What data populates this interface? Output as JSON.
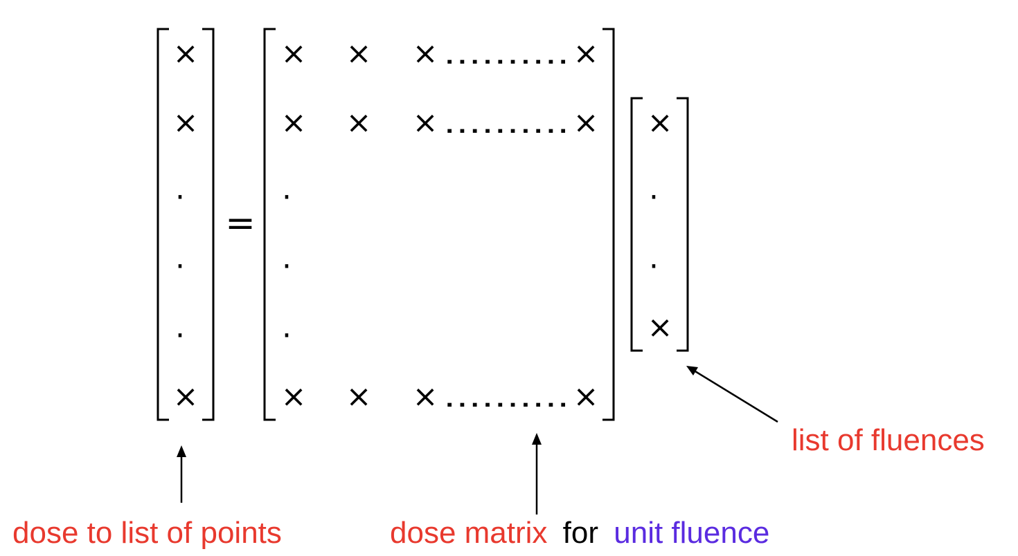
{
  "matrix": {
    "times_symbol": "×",
    "dot_symbol": "·",
    "ellipsis": "……….",
    "equals": "="
  },
  "labels": {
    "dose_points": "dose to list of points",
    "dose_matrix": "dose matrix",
    "for_word": "for",
    "unit_fluence": "unit fluence",
    "fluences": "list of fluences"
  },
  "colors": {
    "red": "#e8392e",
    "blue": "#5a2be0",
    "black": "#000000"
  }
}
